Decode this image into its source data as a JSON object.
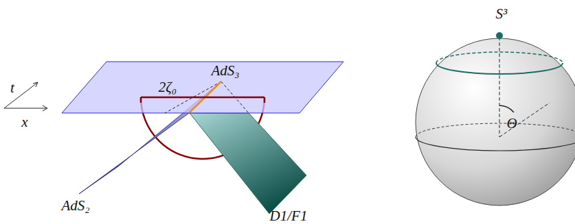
{
  "diagram": {
    "labels": [
      "t",
      "x",
      "2ζ₀",
      "AdS₃",
      "AdS₂",
      "D1/F1",
      "S³",
      "Θ"
    ]
  }
}
